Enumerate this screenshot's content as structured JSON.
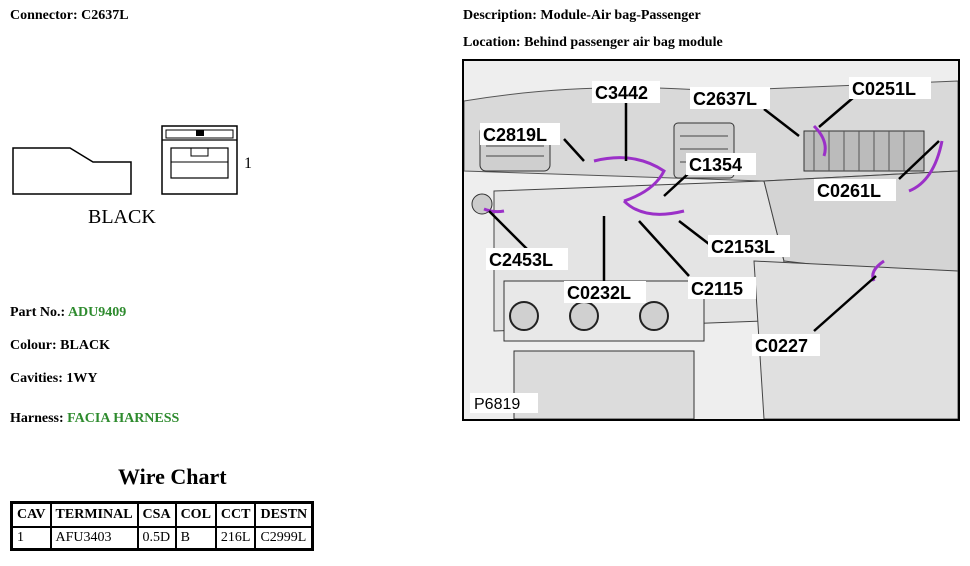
{
  "connector": {
    "label": "Connector:",
    "value": "C2637L"
  },
  "description": {
    "label": "Description:",
    "value": "Module-Air bag-Passenger"
  },
  "location": {
    "label": "Location:",
    "value": "Behind passenger air bag module"
  },
  "drawing": {
    "color_text": "BLACK",
    "pin_number": "1"
  },
  "details": {
    "part_no": {
      "label": "Part No.:",
      "value": "ADU9409",
      "value_color": "#2e8b2e"
    },
    "colour": {
      "label": "Colour:",
      "value": "BLACK"
    },
    "cavities": {
      "label": "Cavities:",
      "value": "1WY"
    },
    "harness": {
      "label": "Harness:",
      "value": "FACIA HARNESS",
      "value_color": "#2e8b2e"
    }
  },
  "figure": {
    "ref": "P6819",
    "callouts": [
      "C3442",
      "C2637L",
      "C0251L",
      "C2819L",
      "C1354",
      "C0261L",
      "C2153L",
      "C2453L",
      "C0232L",
      "C2115",
      "C0227"
    ],
    "highlight_color": "#9b30c8"
  },
  "wire_chart": {
    "title": "Wire Chart",
    "columns": [
      "CAV",
      "TERMINAL",
      "CSA",
      "COL",
      "CCT",
      "DESTN"
    ],
    "rows": [
      [
        "1",
        "AFU3403",
        "0.5D",
        "B",
        "216L",
        "C2999L"
      ]
    ]
  }
}
